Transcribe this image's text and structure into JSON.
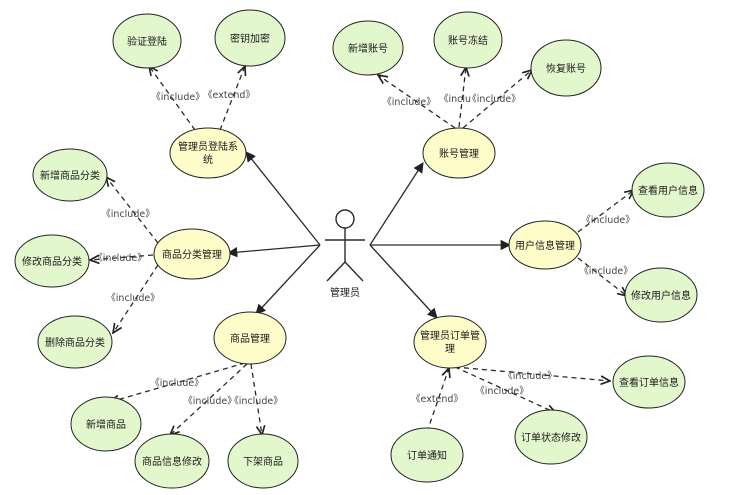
{
  "actor": {
    "label": "管理员"
  },
  "use_cases": {
    "login": "管理员登陆系统",
    "login_line1": "管理员登陆系",
    "login_line2": "统",
    "verify_login": "验证登陆",
    "key_encrypt": "密钥加密",
    "account_mgmt": "账号管理",
    "add_account": "新增账号",
    "freeze_account": "账号冻结",
    "restore_account": "恢复账号",
    "category_mgmt": "商品分类管理",
    "add_category": "新增商品分类",
    "edit_category": "修改商品分类",
    "delete_category": "删除商品分类",
    "user_info_mgmt": "用户信息管理",
    "view_user_info": "查看用户信息",
    "edit_user_info": "修改用户信息",
    "product_mgmt": "商品管理",
    "add_product": "新增商品",
    "edit_product_info": "商品信息修改",
    "remove_product": "下架商品",
    "order_mgmt": "管理员订单管理",
    "order_mgmt_line1": "管理员订单管",
    "order_mgmt_line2": "理",
    "view_order_info": "查看订单信息",
    "edit_order_status": "订单状态修改",
    "order_notify": "订单通知"
  },
  "relations": {
    "include": "《include》",
    "extend": "《extend》",
    "include_truncated": "《inclu"
  },
  "colors": {
    "primary_fill": "#fefdc9",
    "secondary_fill": "#e3f7cd",
    "stroke": "#222222"
  }
}
